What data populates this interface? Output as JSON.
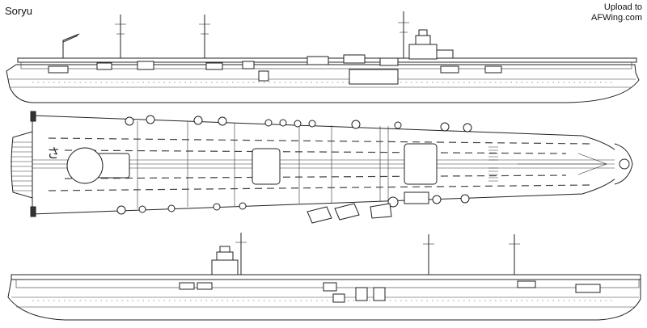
{
  "title": "Soryu",
  "credit": {
    "line1": "Upload to",
    "line2": "AFWing.com"
  },
  "hull_emblem": "さ"
}
